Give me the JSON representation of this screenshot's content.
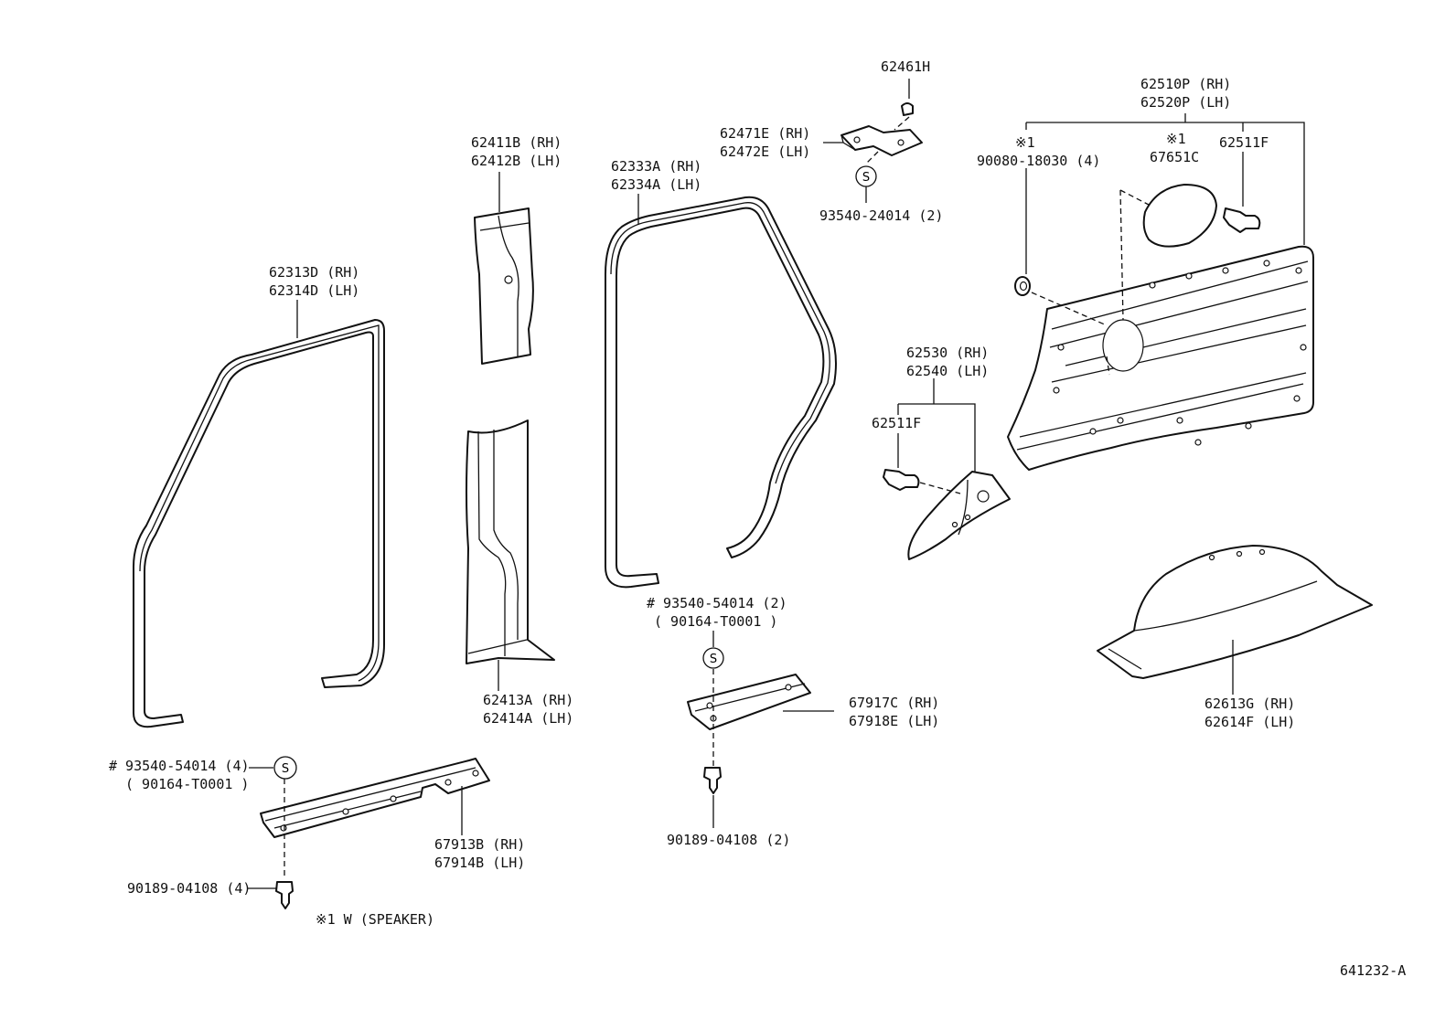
{
  "diagram": {
    "parts": {
      "p62461H": "62461H",
      "p62510P": [
        "62510P (RH)",
        "62520P (LH)"
      ],
      "p62471E": [
        "62471E (RH)",
        "62472E (LH)"
      ],
      "p93540_24014": "93540-24014 (2)",
      "p62411B": [
        "62411B (RH)",
        "62412B (LH)"
      ],
      "p62333A": [
        "62333A (RH)",
        "62334A (LH)"
      ],
      "note1_90080": [
        "※1",
        "90080-18030 (4)"
      ],
      "note1_67651C": [
        "※1",
        "67651C"
      ],
      "p62511F_top": "62511F",
      "p62313D": [
        "62313D (RH)",
        "62314D (LH)"
      ],
      "p62530": [
        "62530 (RH)",
        "62540 (LH)"
      ],
      "p62511F_mid": "62511F",
      "p93540_54014_mid": [
        "# 93540-54014 (2)",
        "( 90164-T0001 )"
      ],
      "p62413A": [
        "62413A (RH)",
        "62414A (LH)"
      ],
      "p67917C": [
        "67917C (RH)",
        "67918E (LH)"
      ],
      "p62613G": [
        "62613G (RH)",
        "62614F (LH)"
      ],
      "p93540_54014_left": [
        "# 93540-54014 (4)",
        "( 90164-T0001 )"
      ],
      "p67913B": [
        "67913B (RH)",
        "67914B (LH)"
      ],
      "p90189_mid": "90189-04108 (2)",
      "p90189_left": "90189-04108 (4)",
      "footnote": "※1 W (SPEAKER)",
      "diagram_code": "641232-A"
    },
    "seal_symbol": "S"
  }
}
